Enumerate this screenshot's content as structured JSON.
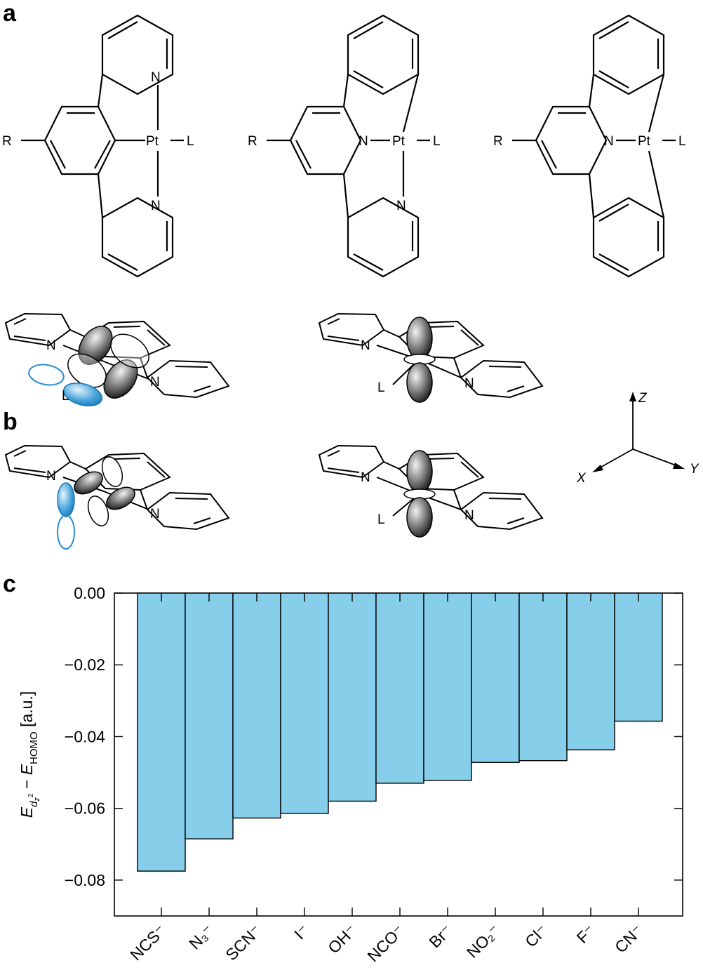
{
  "panels": {
    "a": "a",
    "b": "b",
    "c": "c"
  },
  "panel_a": {
    "structures": [
      {
        "substituent": "R",
        "metal": "Pt",
        "ligand": "L",
        "n_top": "N",
        "n_bottom": "N"
      },
      {
        "substituent": "R",
        "metal": "Pt",
        "ligand": "L",
        "n_center": "N",
        "n_bottom": "N"
      },
      {
        "substituent": "R",
        "metal": "Pt",
        "ligand": "L",
        "n_center": "N"
      }
    ]
  },
  "panel_b": {
    "atoms": {
      "nitrogen": "N",
      "ligand": "L"
    },
    "axes": {
      "z": "Z",
      "x": "X",
      "y": "Y"
    }
  },
  "colors": {
    "bar": "#87CEEB",
    "orbital_blue": "#2a8ccf",
    "orbital_dark": "#333333"
  },
  "chart_data": {
    "type": "bar",
    "categories": [
      "NCS⁻",
      "N₃⁻",
      "SCN⁻",
      "I⁻",
      "OH⁻",
      "NCO⁻",
      "Br⁻",
      "NO₂⁻",
      "Cl⁻",
      "F⁻",
      "CN⁻"
    ],
    "values": [
      -0.0775,
      -0.0685,
      -0.0627,
      -0.0614,
      -0.058,
      -0.053,
      -0.0522,
      -0.0472,
      -0.0467,
      -0.0437,
      -0.0357
    ],
    "ylabel": "E_dz² − E_HOMO [a.u.]",
    "ylabel_parts": {
      "e1": "E",
      "sub1": "d",
      "subsub": "z",
      "sup": "2",
      "minus": " − ",
      "e2": "E",
      "sub2": "HOMO",
      "unit": " [a.u.]"
    },
    "yticks": [
      "0.00",
      "−0.02",
      "−0.04",
      "−0.06",
      "−0.08"
    ],
    "ytick_values": [
      0.0,
      -0.02,
      -0.04,
      -0.06,
      -0.08
    ],
    "ylim": [
      -0.09,
      0.0
    ],
    "grid": false
  }
}
